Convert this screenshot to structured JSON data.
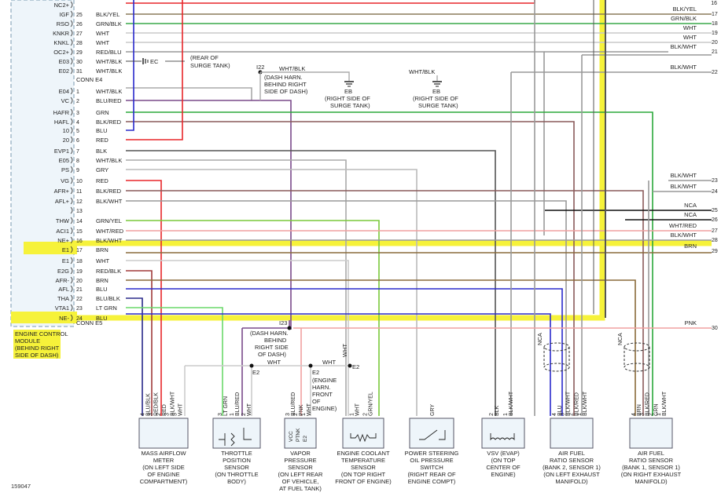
{
  "figure_id": "159047",
  "ecm": {
    "label_lines": [
      "ENGINE CONTROL",
      "MODULE",
      "(BEHIND RIGHT",
      "SIDE OF DASH)"
    ],
    "conn_e4": "CONN E4",
    "conn_e5": "CONN E5"
  },
  "pins": [
    {
      "name": "NC2+",
      "no": "",
      "color": "",
      "wire_hex": ""
    },
    {
      "name": "IGF",
      "no": "25",
      "color": "BLK/YEL",
      "wire_hex": "#e8262a"
    },
    {
      "name": "RSO",
      "no": "26",
      "color": "GRN/BLK",
      "wire_hex": "#8a7a5a"
    },
    {
      "name": "KNKR",
      "no": "27",
      "color": "WHT",
      "wire_hex": "#3aa84a"
    },
    {
      "name": "KNKL",
      "no": "28",
      "color": "WHT",
      "wire_hex": "#c8c8c8"
    },
    {
      "name": "OC2+",
      "no": "29",
      "color": "RED/BLU",
      "wire_hex": "#c8c8c8"
    },
    {
      "name": "E03",
      "no": "30",
      "color": "WHT/BLK",
      "wire_hex": ""
    },
    {
      "name": "E02",
      "no": "31",
      "color": "WHT/BLK",
      "wire_hex": ""
    },
    {
      "name": "E04",
      "no": "1",
      "color": "WHT/BLK",
      "wire_hex": "#aaaaaa"
    },
    {
      "name": "VC",
      "no": "2",
      "color": "BLU/RED",
      "wire_hex": "#7a4a8a"
    },
    {
      "name": "HAFR",
      "no": "3",
      "color": "GRN",
      "wire_hex": "#2aa83a"
    },
    {
      "name": "HAFL",
      "no": "4",
      "color": "BLK/RED",
      "wire_hex": "#8a5a5a"
    },
    {
      "name": "10",
      "no": "5",
      "color": "BLU",
      "wire_hex": "#2a2acc"
    },
    {
      "name": "20",
      "no": "6",
      "color": "RED",
      "wire_hex": "#e8262a"
    },
    {
      "name": "EVP1",
      "no": "7",
      "color": "BLK",
      "wire_hex": "#555555"
    },
    {
      "name": "E05",
      "no": "8",
      "color": "WHT/BLK",
      "wire_hex": "#aaaaaa"
    },
    {
      "name": "PS",
      "no": "9",
      "color": "GRY",
      "wire_hex": "#bbbbbb"
    },
    {
      "name": "VG",
      "no": "10",
      "color": "RED",
      "wire_hex": "#e8262a"
    },
    {
      "name": "AFR+",
      "no": "11",
      "color": "BLK/RED",
      "wire_hex": "#8a5a5a"
    },
    {
      "name": "AFL+",
      "no": "12",
      "color": "BLK/WHT",
      "wire_hex": "#999999"
    },
    {
      "name": "",
      "no": "13",
      "color": "",
      "wire_hex": ""
    },
    {
      "name": "THW",
      "no": "14",
      "color": "GRN/YEL",
      "wire_hex": "#7ac83a"
    },
    {
      "name": "ACI1",
      "no": "15",
      "color": "WHT/RED",
      "wire_hex": "#f0a0a0"
    },
    {
      "name": "NE+",
      "no": "16",
      "color": "BLK/WHT",
      "wire_hex": "#999999"
    },
    {
      "name": "E1",
      "no": "17",
      "color": "BRN",
      "wire_hex": "#8a6a3a"
    },
    {
      "name": "E1",
      "no": "18",
      "color": "WHT",
      "wire_hex": "#cccccc"
    },
    {
      "name": "E2G",
      "no": "19",
      "color": "RED/BLK",
      "wire_hex": "#a03a3a"
    },
    {
      "name": "AFR-",
      "no": "20",
      "color": "BRN",
      "wire_hex": "#8a6a3a"
    },
    {
      "name": "AFL",
      "no": "21",
      "color": "BLU",
      "wire_hex": "#2a2acc"
    },
    {
      "name": "THA",
      "no": "22",
      "color": "BLU/BLK",
      "wire_hex": "#2a2a8a"
    },
    {
      "name": "VTA1",
      "no": "23",
      "color": "LT GRN",
      "wire_hex": "#6ad86a"
    },
    {
      "name": "NE-",
      "no": "24",
      "color": "BLU",
      "wire_hex": "#2a2acc"
    }
  ],
  "right_labels": [
    {
      "text": "BLK/YEL",
      "no": "17"
    },
    {
      "text": "GRN/BLK",
      "no": "18"
    },
    {
      "text": "WHT",
      "no": "19"
    },
    {
      "text": "WHT",
      "no": "20"
    },
    {
      "text": "BLK/WHT",
      "no": "21"
    },
    {
      "text": "BLK/WHT",
      "no": "22"
    },
    {
      "text": "BLK/WHT",
      "no": "23"
    },
    {
      "text": "BLK/WHT",
      "no": "24"
    },
    {
      "text": "NCA",
      "no": "25"
    },
    {
      "text": "NCA",
      "no": "26"
    },
    {
      "text": "WHT/RED",
      "no": "27"
    },
    {
      "text": "BLK/WHT",
      "no": "28"
    },
    {
      "text": "BRN",
      "no": "29"
    },
    {
      "text": "PNK",
      "no": "30"
    }
  ],
  "right_top_no": "16",
  "grounds": {
    "ec": "EC",
    "ec_note": [
      "(REAR OF",
      "SURGE TANK)"
    ],
    "i22": "I22",
    "i22_wire": "WHT/BLK",
    "i22_note": [
      "(DASH HARN.",
      "BEHIND RIGHT",
      "SIDE OF DASH)"
    ],
    "eb": "EB",
    "eb_note": [
      "(RIGHT SIDE OF",
      "SURGE TANK)"
    ],
    "eb2_wire": "WHT/BLK",
    "eb2": "EB",
    "eb2_note": [
      "(RIGHT SIDE OF",
      "SURGE TANK)"
    ],
    "i23": "I23",
    "i23_note": [
      "(DASH HARN.",
      "BEHIND",
      "RIGHT SIDE",
      "OF DASH)"
    ],
    "e2_a": "E2",
    "e2_b": "E2",
    "e2_c": "E2",
    "e2_c_note": [
      "(ENGINE",
      "HARN.",
      "FRONT",
      "OF",
      "ENGINE)"
    ],
    "wht_a": "WHT",
    "wht_b": "WHT",
    "wht_c": "WHT"
  },
  "nca_left": "NCA",
  "nca_right": "NCA",
  "components": [
    {
      "name": "maf",
      "label": [
        "MASS AIRFLOW",
        "METER",
        "(ON LEFT SIDE",
        "OF ENGINE",
        "COMPARTMENT)"
      ],
      "pins": [
        [
          "4",
          "BLU/BLK"
        ],
        [
          "3",
          "RED/BLK"
        ],
        [
          "2",
          "RED"
        ],
        [
          "3",
          "BLK/WHT"
        ],
        [
          "5",
          "WHT"
        ]
      ]
    },
    {
      "name": "tps",
      "label": [
        "THROTTLE",
        "POSITION",
        "SENSOR",
        "(ON THROTTLE",
        "BODY)"
      ],
      "pins": [
        [
          "3",
          "LT GRN"
        ],
        [
          "1",
          "BLU/RED"
        ],
        [
          "2",
          "WHT"
        ]
      ]
    },
    {
      "name": "vapor",
      "label": [
        "VAPOR",
        "PRESSURE",
        "SENSOR",
        "(ON LEFT REAR",
        "OF VEHICLE,",
        "AT FUEL TANK)"
      ],
      "pins": [
        [
          "3",
          "BLU/RED"
        ],
        [
          "2",
          "PNK"
        ],
        [
          "1",
          "WHT"
        ]
      ],
      "inner": [
        "VCC",
        "PTNK",
        "E2"
      ]
    },
    {
      "name": "ect",
      "label": [
        "ENGINE COOLANT",
        "TEMPERATURE",
        "SENSOR",
        "(ON TOP RIGHT",
        "FRONT OF ENGINE)"
      ],
      "pins": [
        [
          "1",
          "WHT"
        ],
        [
          "2",
          "GRN/YEL"
        ]
      ]
    },
    {
      "name": "ps",
      "label": [
        "POWER STEERING",
        "OIL PRESSURE",
        "SWITCH",
        "(RIGHT REAR OF",
        "ENGINE COMPT)"
      ],
      "pins": [
        [
          "",
          "GRY"
        ]
      ]
    },
    {
      "name": "vsv",
      "label": [
        "VSV (EVAP)",
        "(ON TOP",
        "CENTER OF",
        "ENGINE)"
      ],
      "pins": [
        [
          "2",
          "BLK"
        ],
        [
          "1",
          "BLK/WHT"
        ]
      ]
    },
    {
      "name": "af2",
      "label": [
        "AIR FUEL",
        "RATIO SENSOR",
        "(BANK 2, SENSOR 1)",
        "(ON LEFT EXHAUST",
        "MANIFOLD)"
      ],
      "pins": [
        [
          "4",
          "BLU"
        ],
        [
          "3",
          "BLK/WHT"
        ],
        [
          "2",
          "BLK/RED"
        ],
        [
          "1",
          "BLK/WHT"
        ]
      ]
    },
    {
      "name": "af1",
      "label": [
        "AIR FUEL",
        "RATIO SENSOR",
        "(BANK 1, SENSOR 1)",
        "(ON RIGHT EXHAUST",
        "MANIFOLD)"
      ],
      "pins": [
        [
          "4",
          "BRN"
        ],
        [
          "3",
          "BLK/RED"
        ],
        [
          "2",
          "GRN"
        ],
        [
          "1",
          "BLK/WHT"
        ]
      ]
    }
  ]
}
